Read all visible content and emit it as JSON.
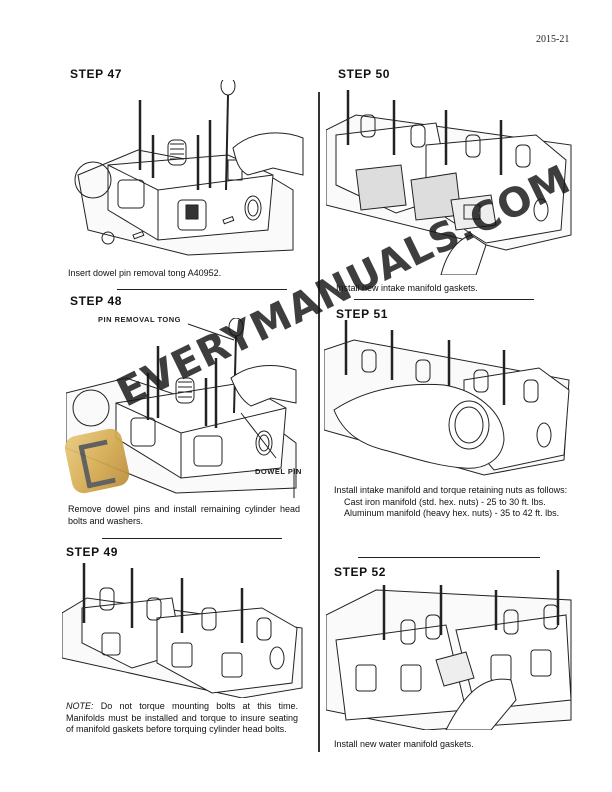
{
  "page": {
    "number": "2015-21"
  },
  "watermark": {
    "text": "EVERYMANUALS.COM",
    "logo_color": "#d4a94e"
  },
  "steps": [
    {
      "id": "47",
      "title": "STEP 47",
      "caption": "Insert dowel pin removal tong A40952."
    },
    {
      "id": "48",
      "title": "STEP 48",
      "callouts": {
        "tong": "PIN REMOVAL TONG",
        "dowel": "DOWEL PIN"
      },
      "caption": "Remove dowel pins and install remaining cylinder head bolts and washers."
    },
    {
      "id": "49",
      "title": "STEP 49",
      "note_label": "NOTE:",
      "caption": "Do not torque mounting bolts at this time. Manifolds must be installed and torque to insure seating of manifold gaskets before torquing cylinder head bolts."
    },
    {
      "id": "50",
      "title": "STEP 50",
      "caption": "Install new intake manifold gaskets."
    },
    {
      "id": "51",
      "title": "STEP 51",
      "caption": "Install intake manifold and torque retaining nuts as follows:",
      "specs": [
        "Cast iron manifold (std. hex. nuts) - 25 to 30 ft. lbs.",
        "Aluminum manifold (heavy hex. nuts) - 35 to 42 ft. lbs."
      ]
    },
    {
      "id": "52",
      "title": "STEP 52",
      "caption": "Install new water manifold gaskets."
    }
  ]
}
